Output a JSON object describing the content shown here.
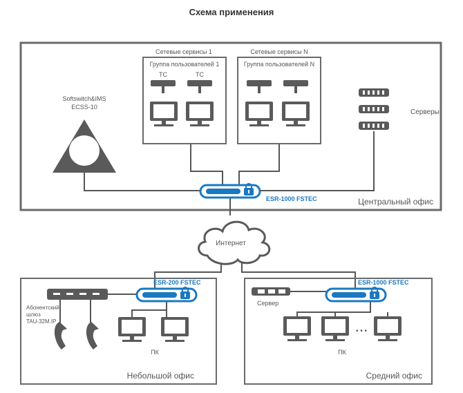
{
  "title": "Схема применения",
  "central_office": {
    "label": "Центральный офис",
    "softswitch_label_1": "Softswitch&IMS",
    "softswitch_label_2": "ECSS-10",
    "service_group_1": {
      "title": "Сетевые сервисы 1",
      "users": "Группа пользователей 1",
      "tc": [
        "ТС",
        "ТС"
      ]
    },
    "service_group_n": {
      "title": "Сетевые сервисы N",
      "users": "Группа пользователей N"
    },
    "servers_label": "Серверы",
    "router_label": "ESR-1000 FSTEC"
  },
  "internet_label": "Интернет",
  "small_office": {
    "label": "Небольшой офис",
    "router_label": "ESR-200 FSTEC",
    "gateway_label_1": "Абонентский",
    "gateway_label_2": "шлюз",
    "gateway_label_3": "TAU-32M.IP",
    "pc_label": "ПК"
  },
  "medium_office": {
    "label": "Средний офис",
    "router_label": "ESR-1000 FSTEC",
    "server_label": "Сервер",
    "pc_label": "ПК",
    "ellipsis": "• • •"
  },
  "colors": {
    "accent": "#1a78c2",
    "device": "#5a5a5a",
    "frame": "#6a6a6a",
    "line": "#555555"
  }
}
